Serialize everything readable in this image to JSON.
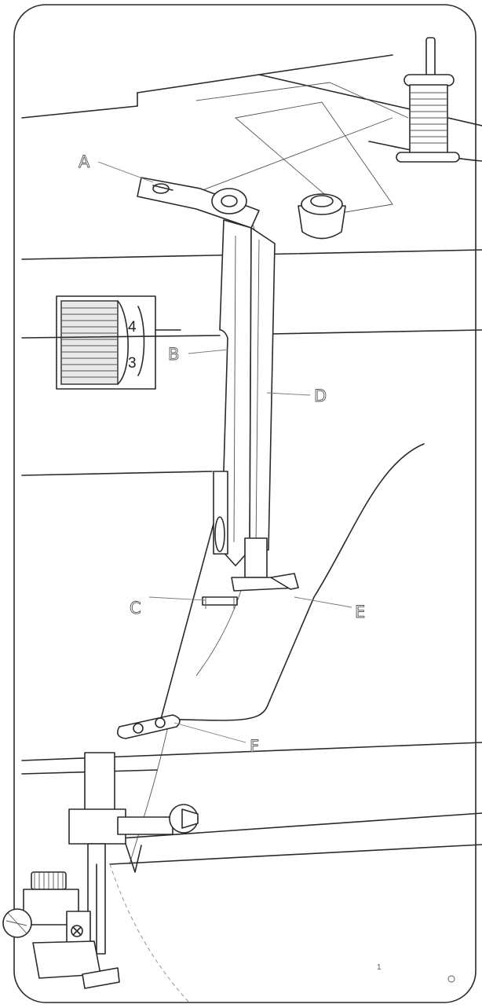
{
  "callouts": {
    "a": "A",
    "b": "B",
    "c": "C",
    "d": "D",
    "e": "E",
    "f": "F"
  },
  "dial": {
    "upper": "4",
    "lower": "3"
  },
  "corner_mark": "1"
}
